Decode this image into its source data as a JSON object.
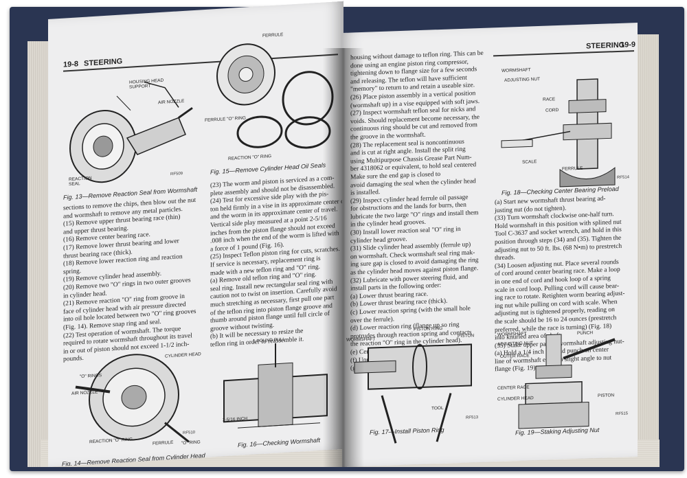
{
  "left_page": {
    "page_number": "19-8",
    "section": "STEERING",
    "fig13": {
      "caption": "Fig. 13—Remove Reaction Seal from Wormshaft",
      "code": "RF509",
      "labels": [
        "HOUSING HEAD SUPPORT",
        "AIR NOZZLE",
        "REACTION SEAL"
      ]
    },
    "fig15": {
      "caption": "Fig. 15—Remove Cylinder Head Oil Seals",
      "labels": [
        "FERRULE",
        "FERRULE \"O\" RING",
        "REACTION \"O\" RING"
      ]
    },
    "col1_text": "sections to remove the chips, then blow out the nut\nand wormshaft to remove any metal particles.\n(15) Remove upper thrust bearing race (thin)\nand upper thrust bearing.\n(16) Remove center bearing race.\n(17) Remove lower thrust bearing and lower\nthrust bearing race (thick).\n(18) Remove lower reaction ring and reaction\nspring.\n(19) Remove cylinder head assembly.\n(20) Remove two \"O\" rings in two outer grooves\nin cylinder head.\n(21) Remove reaction \"O\" ring from groove in\nface of cylinder head with air pressure directed\ninto oil hole located between two \"O\" ring grooves\n(Fig. 14). Remove snap ring and seal.\n(22) Test operation of wormshaft. The torque\nrequired to rotate wormshaft throughout its travel\nin or out of piston should not exceed 1-1/2 inch-\npounds.",
    "col2_text": "(23) The worm and piston is serviced as a com-\nplete assembly and should not be disassembled.\n(24) Test for excessive side play with the pis-\nton held firmly in a vise in its approximate center of\nand the worm in its approximate center of travel.\nVertical side play measured at a point 2-5/16\ninches from the piston flange should not exceed\n.008 inch when the end of the worm is lifted with\na force of 1 pound (Fig. 16).\n(25) Inspect Teflon piston ring for cuts, scratches.\nIf service is necessary, replacement ring is\nmade with a new teflon ring and \"O\" ring.\n(a) Remove old teflon ring and \"O\" ring.\nseal ring. Install new rectangular seal ring with\ncaution not to twist on insertion. Carefully avoid\nmuch stretching as necessary, first pull one part\nof the teflon ring into piston flange groove and\nthumb around piston flange until full circle of\ngroove without twisting.\n(b) It will be necessary to resize the\nteflon ring in order to reassemble it.",
    "fig14": {
      "caption": "Fig. 14—Remove Reaction Seal from Cylinder Head",
      "code": "RF510",
      "labels": [
        "\"O\" RINGS",
        "CYLINDER HEAD",
        "AIR NOZZLE",
        "REACTION \"O\" RING",
        "FERRULE",
        "\"O\" RING"
      ]
    },
    "fig16": {
      "caption": "Fig. 16—Checking Wormshaft",
      "labels": [
        "1 POUND PULL",
        "2-5/16 INCH"
      ]
    }
  },
  "right_page": {
    "page_number": "19-9",
    "section": "STEERING",
    "col1_text": "housing without damage to teflon ring. This can be\ndone using an engine piston ring compressor,\ntightening down to flange size for a few seconds\nand releasing. The teflon will have sufficient\n\"memory\" to return to and retain a useable size.\n(26) Place piston assembly in a vertical position\n(wormshaft up) in a vise equipped with soft jaws.\n(27) Inspect wormshaft teflon seal for nicks and\nvoids. Should replacement become necessary, the\ncontinuous ring should be cut and removed from\nthe groove in the wormshaft.\n(28) The replacement seal is noncontinuous\nand is cut at right angle. Install the split ring\nusing Multipurpose Chassis Grease Part Num-\nber 4318062 or equivalent, to hold seal centered\nMake sure the end gap is closed to\navoid damaging the seal when the cylinder head\nis installed.\n(29) Inspect cylinder head ferrule oil passage\nfor obstructions and the lands for burrs, then\nlubricate the two large \"O\" rings and install them\nin the cylinder head grooves.\n(30) Install lower reaction seal \"O\" ring in\ncylinder head groove.\n(31) Slide cylinder head assembly (ferrule up)\non wormshaft. Check wormshaft seal ring mak-\ning sure gap is closed to avoid damaging the ring\nas the cylinder head moves against piston flange.\n(32) Lubricate with power steering fluid, and\ninstall parts in the following order:\n(a) Lower thrust bearing race.\n(b) Lower thrust bearing race (thick).\n(c) Lower reaction spring (with the small hole\nover the ferrule).\n(d) Lower reaction ring (flange up so ring\nprotrudes through reaction spring and contacts\nthe reaction \"O\" ring in the cylinder head).\n(e) Center bearing race.\n(f) Upper thrust bearing.\n(g) Upper thrust bearing race (thin).",
    "fig18": {
      "caption": "Fig. 18—Checking Center Bearing Preload",
      "code": "RF514",
      "labels": [
        "WORMSHAFT",
        "ADJUSTING NUT",
        "RACE",
        "CORD",
        "SCALE",
        "FERRULE"
      ]
    },
    "col2_text": "(a) Start new wormshaft thrust bearing ad-\njusting nut (do not tighten).\n(33) Turn wormshaft clockwise one-half turn.\nHold wormshaft in this position with splined nut\nTool C-3637 and socket wrench, and hold in this\nposition through steps (34) and (35). Tighten the\nadjusting nut to 50 ft. lbs. (68 N•m) to prestretch\nthreads.\n(34) Loosen adjusting nut. Place several rounds\nof cord around center bearing race. Make a loop\nin one end of cord and hook loop of a spring\nscale in cord loop. Pulling cord will cause bear-\ning race to rotate. Retighten worm bearing adjust-\ning nut while pulling on cord with scale. When\nadjusting nut is tightened properly, reading on\nthe scale should be 16 to 24 ounces (prestretch\npreferred, while the race is turning) (Fig. 18)\ninto knurled area of shaft.\n(35) Stake upper part of wormshaft adjusting nut-\n(a) Hold a 1/4 inch flat end punch on center\nline of wormshaft end at a slight angle to nut\nflange (Fig. 19).",
    "fig17": {
      "caption": "Fig. 17—Install Piston Ring",
      "code": "RF513",
      "labels": [
        "WORMSHAFT",
        "PISTON RING",
        "PISTON",
        "TOOL"
      ]
    },
    "fig19": {
      "caption": "Fig. 19—Staking Adjusting Nut",
      "code": "RF515",
      "labels": [
        "WORMSHAFT",
        "PUNCH",
        "ADJUSTING NUT",
        "OUTER RACE",
        "CENTER RACE",
        "CYLINDER HEAD",
        "PISTON"
      ]
    }
  }
}
